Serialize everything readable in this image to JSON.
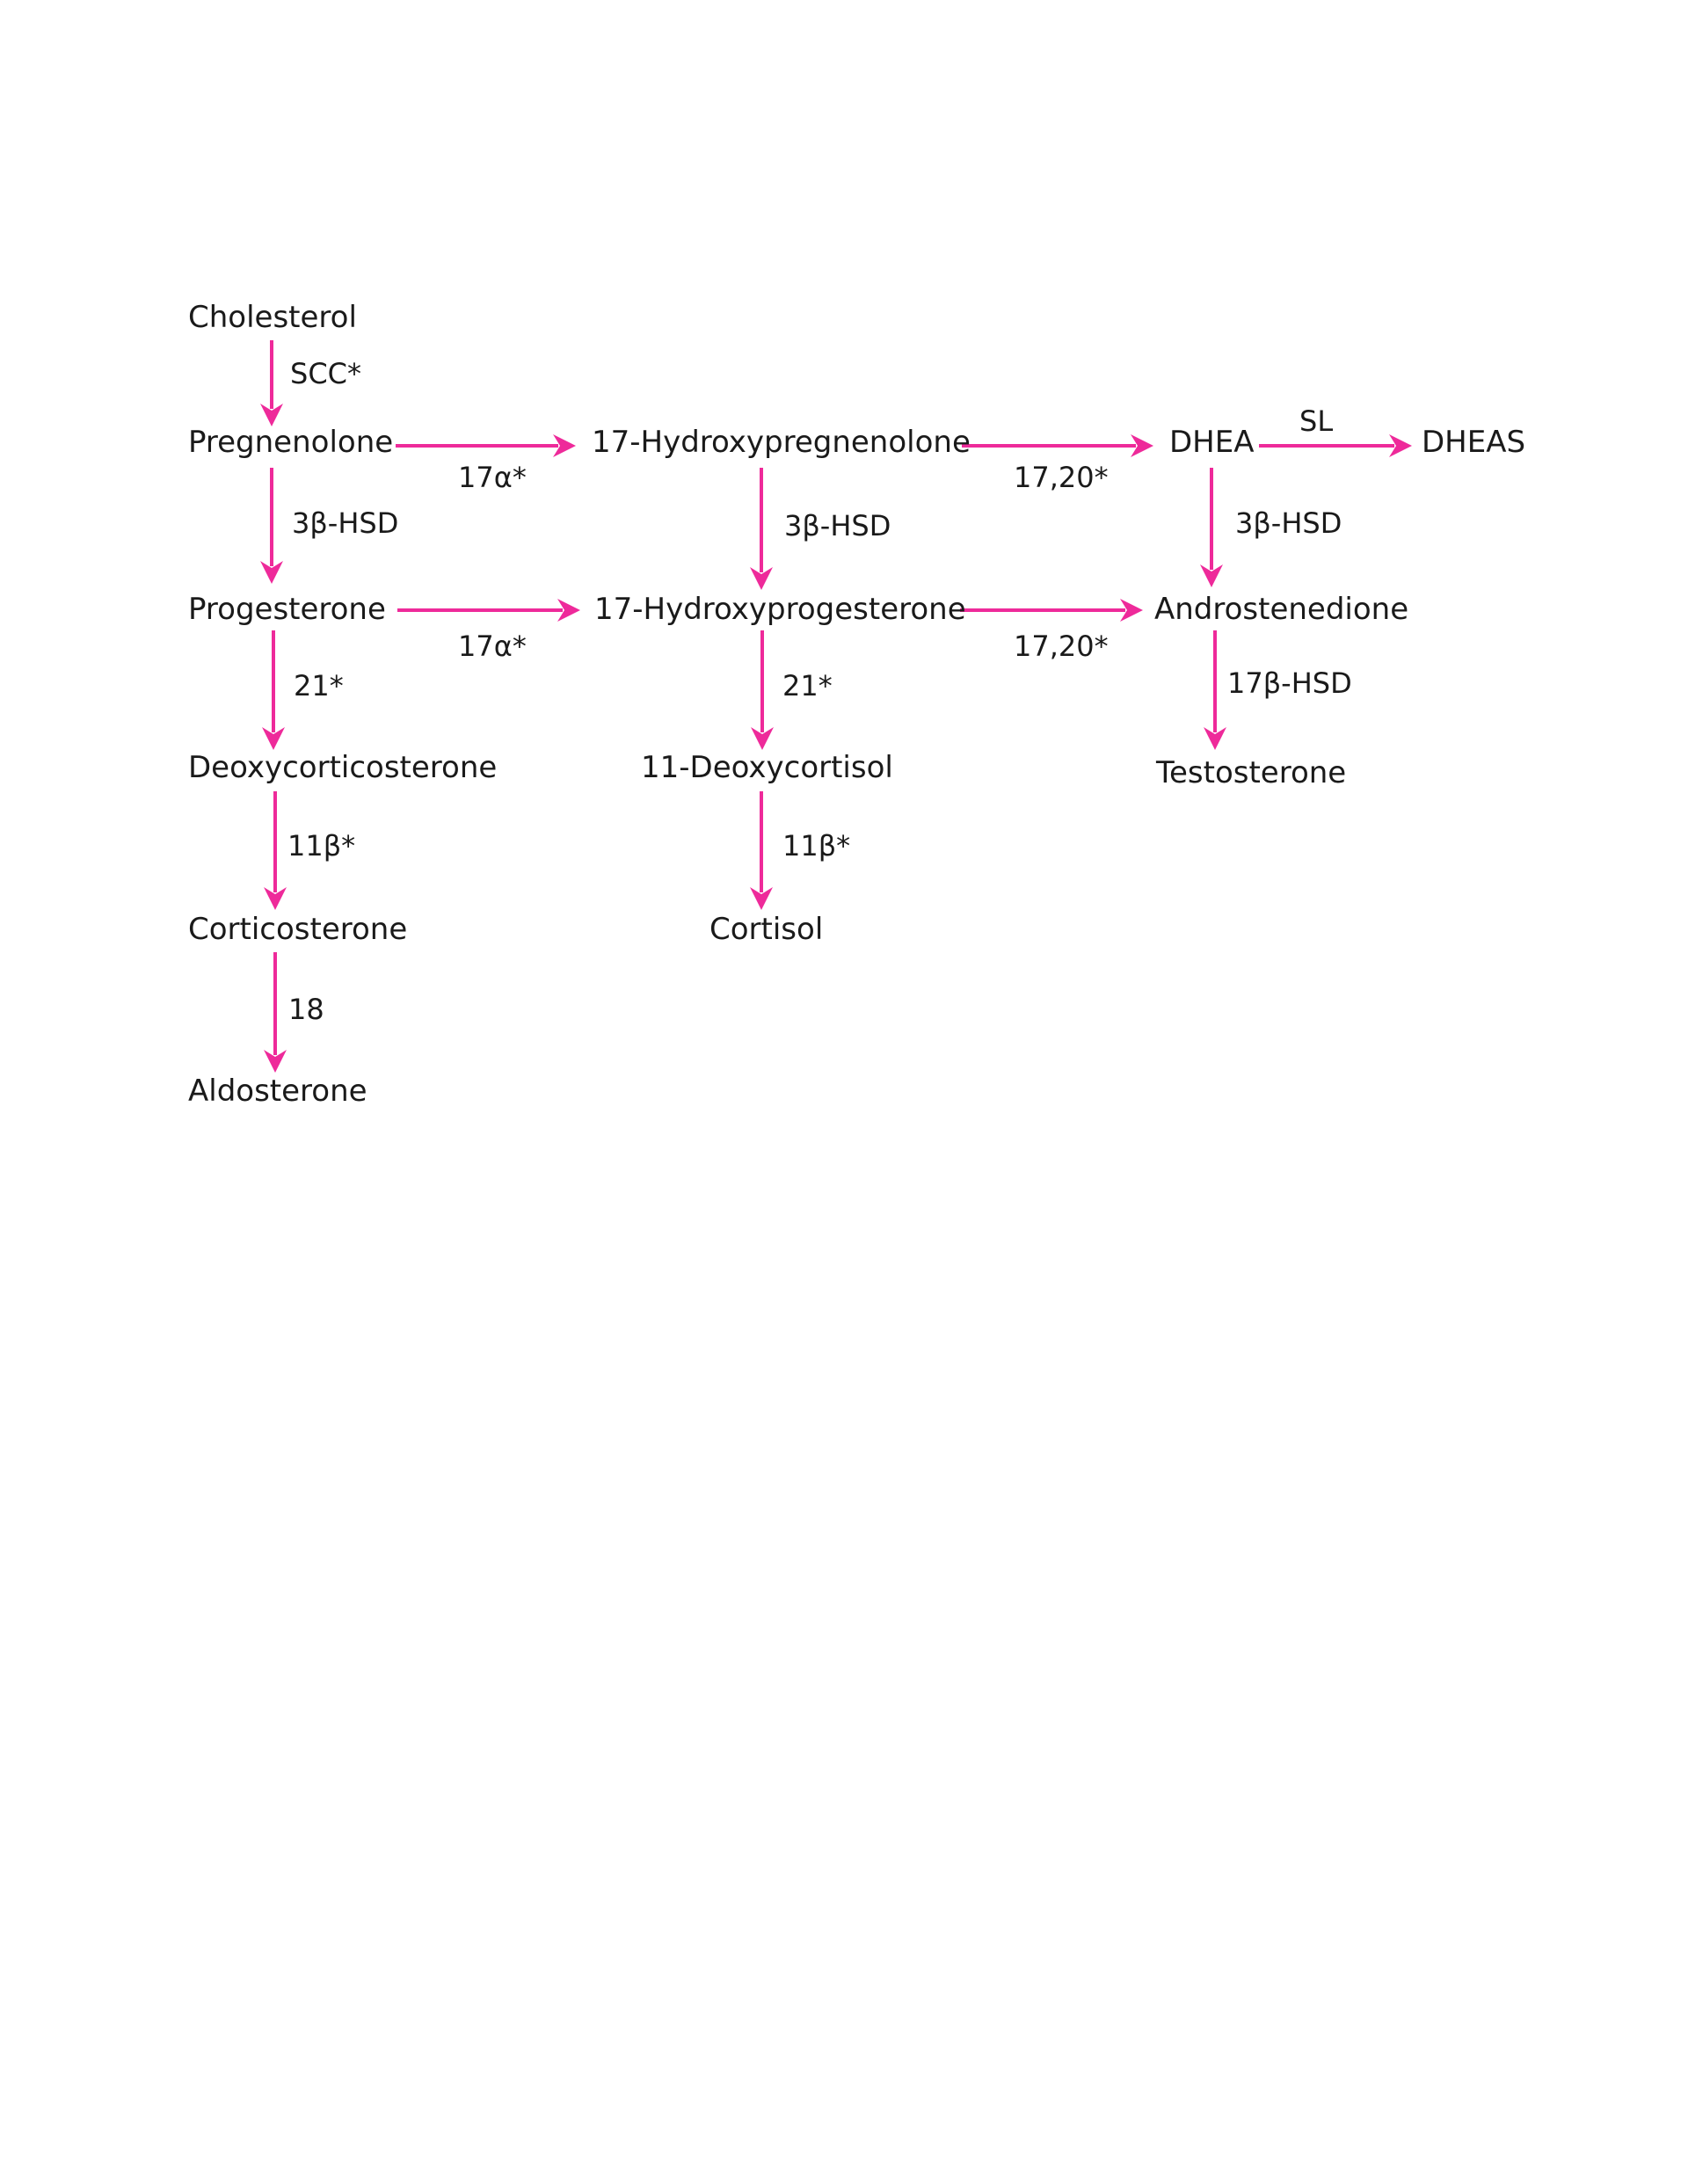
{
  "colors": {
    "arrow": "#ee2a9a",
    "text": "#1a1a1a",
    "background": "#ffffff"
  },
  "compounds": {
    "cholesterol": "Cholesterol",
    "pregnenolone": "Pregnenolone",
    "hydroxypregnenolone": "17-Hydroxypregnenolone",
    "dhea": "DHEA",
    "dheas": "DHEAS",
    "progesterone": "Progesterone",
    "hydroxyprogesterone": "17-Hydroxyprogesterone",
    "androstenedione": "Androstenedione",
    "deoxycorticosterone": "Deoxycorticosterone",
    "deoxycortisol": "11-Deoxycortisol",
    "testosterone": "Testosterone",
    "corticosterone": "Corticosterone",
    "cortisol": "Cortisol",
    "aldosterone": "Aldosterone"
  },
  "enzymes": {
    "scc": "SCC*",
    "preg_to_17ohpreg": "17α*",
    "17ohpreg_to_dhea": "17,20*",
    "dhea_to_dheas": "SL",
    "preg_to_prog": "3β-HSD",
    "17ohpreg_to_17ohprog": "3β-HSD",
    "dhea_to_andro": "3β-HSD",
    "prog_to_17ohprog": "17α*",
    "17ohprog_to_andro": "17,20*",
    "prog_to_doc": "21*",
    "17ohprog_to_11doc": "21*",
    "andro_to_testo": "17β-HSD",
    "doc_to_cortico": "11β*",
    "11doc_to_cortisol": "11β*",
    "cortico_to_aldo": "18"
  }
}
